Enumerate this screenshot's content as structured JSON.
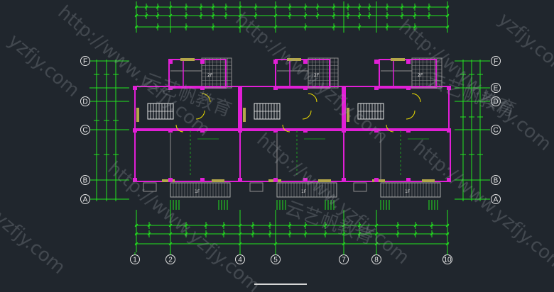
{
  "drawing": {
    "colors": {
      "background": "#20262d",
      "dimension": "#22e61e",
      "wall": "#e11fd6",
      "axis": "#e6e6e6",
      "grid": "#8f8f8f",
      "stair": "#e9e9e9",
      "window": "#b3a64a",
      "balcony": "#a9a9a9"
    },
    "axes_horizontal": [
      "F",
      "E",
      "D",
      "C",
      "B",
      "A"
    ],
    "axes_vertical": [
      "1",
      "2",
      "4",
      "5",
      "7",
      "8",
      "10"
    ],
    "room_labels": [
      "2F",
      "2F",
      "2F",
      "1F",
      "1F",
      "1F"
    ],
    "watermarks": [
      "http://www.yzfjy.com",
      "云艺帆教育",
      "yzfjy.com"
    ]
  }
}
